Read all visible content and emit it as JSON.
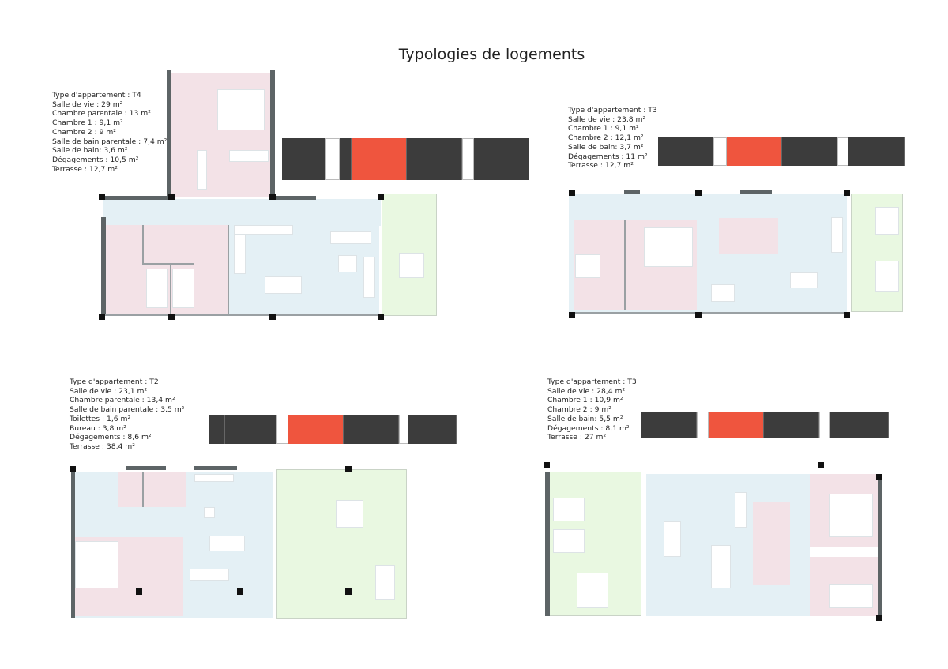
{
  "title": "Typologies de logements",
  "units": [
    {
      "id": "t4",
      "lines": [
        "Type d'appartement : T4",
        "Salle de vie : 29 m²",
        "Chambre parentale : 13 m²",
        "Chambre 1 : 9,1 m²",
        "Chambre 2 : 9 m²",
        "Salle de bain parentale : 7,4 m²",
        "Salle de bain: 3,6 m²",
        "Dégagements : 10,5 m²",
        "Terrasse : 12,7 m²"
      ]
    },
    {
      "id": "t3a",
      "lines": [
        "Type d'appartement : T3",
        "Salle de vie : 23,8 m²",
        "Chambre 1 : 9,1 m²",
        "Chambre 2 : 12,1 m²",
        "Salle de bain: 3,7 m²",
        "Dégagements : 11 m²",
        "Terrasse : 12,7 m²"
      ]
    },
    {
      "id": "t2",
      "lines": [
        "Type d'appartement : T2",
        "Salle de vie : 23,1 m²",
        "Chambre parentale : 13,4 m²",
        "Salle de bain parentale : 3,5 m²",
        "Toilettes : 1,6 m²",
        "Bureau : 3,8 m²",
        "Dégagements : 8,6 m²",
        "Terrasse : 38,4 m²"
      ]
    },
    {
      "id": "t3b",
      "lines": [
        "Type d'appartement : T3",
        "Salle de vie : 28,4 m²",
        "Chambre 1 : 10,9 m²",
        "Chambre 2 : 9 m²",
        "Salle de bain: 5,5 m²",
        "Dégagements : 8,1 m²",
        "Terrasse : 27 m²"
      ]
    }
  ],
  "colors": {
    "bedroom": "#f3e2e7",
    "living": "#e4f0f5",
    "terrace": "#e9f8e1",
    "highlight": "#ef553e",
    "building": "#3c3c3c"
  }
}
